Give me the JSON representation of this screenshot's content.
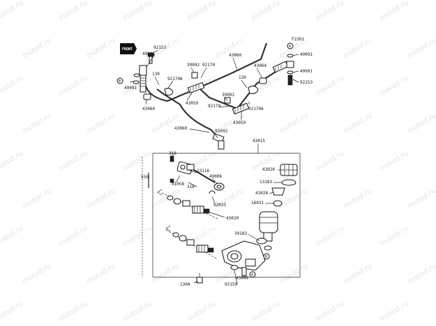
{
  "diagram_code": "F2261",
  "front_badge": "FRONT",
  "callouts": {
    "c43015": "43015",
    "c43060a": "43060",
    "c43060b": "43060",
    "c92153a": "92153",
    "c49091a": "49091",
    "c49091b": "49091",
    "c49091c": "49091",
    "c49091d": "49091",
    "c92153b": "92153",
    "c130a": "130",
    "c130b": "130",
    "c39092a": "39092",
    "c92170a": "92170",
    "c43064a": "43064",
    "c43064b": "43064",
    "c92170Aa": "92170A",
    "c92170Ab": "92170A",
    "c43059a": "43059",
    "c43059b": "43059",
    "c39092b": "39092",
    "c92170b": "92170",
    "c92043": "92043",
    "c318a": "318",
    "c318b": "318",
    "c13116": "13116",
    "c49006": "49006",
    "c41058": "41058",
    "c550": "550",
    "c92033": "92033",
    "c43026": "43026",
    "c13183": "13183",
    "c43028": "43028",
    "c16031": "16031",
    "c43020": "43020",
    "c39183": "39183",
    "c43049": "43049",
    "c92150": "92150",
    "c130A": "130A"
  },
  "markers": {
    "a1": "A",
    "a2": "A",
    "b1": "B",
    "b2": "B"
  },
  "watermark": "motod.ru"
}
